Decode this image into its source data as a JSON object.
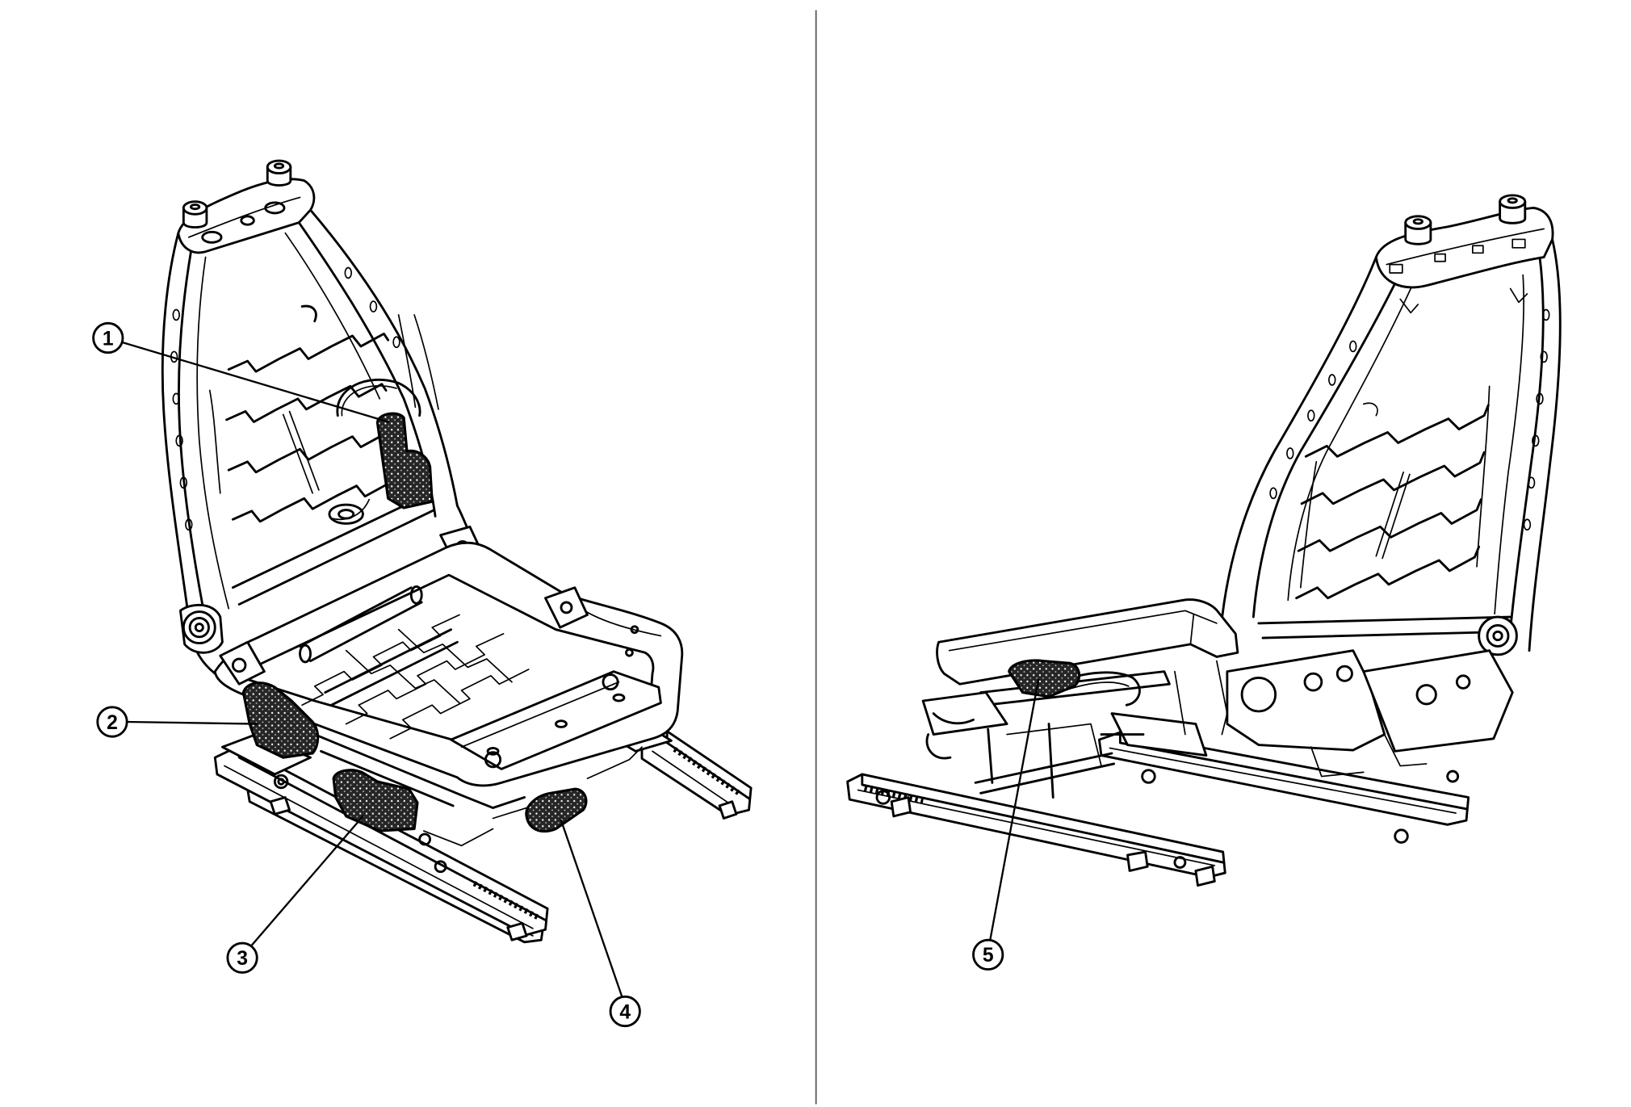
{
  "figure": {
    "callouts": [
      {
        "label": "1"
      },
      {
        "label": "2"
      },
      {
        "label": "3"
      },
      {
        "label": "4"
      },
      {
        "label": "5"
      }
    ]
  },
  "colors": {
    "line": "#000000",
    "divider": "#5a5a5a",
    "component_shade": "#262626",
    "background": "#ffffff"
  }
}
